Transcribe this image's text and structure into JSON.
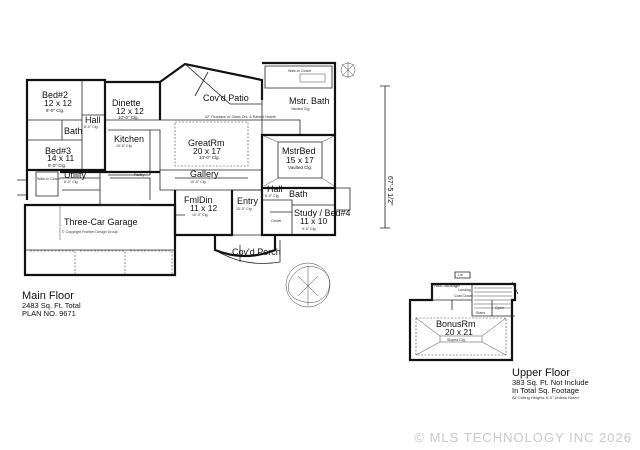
{
  "main_floor": {
    "title": "Main Floor",
    "sqft": "2483 Sq. Ft. Total",
    "plan_no": "PLAN NO. 9671",
    "overall_depth": "67'-5 1/2\"",
    "rooms": {
      "bed2": {
        "name": "Bed#2",
        "dim": "12 x 12",
        "ceiling": "8'-0\" Clg."
      },
      "hall_west": {
        "name": "Hall",
        "ceiling": "8'-0\" Clg."
      },
      "dinette": {
        "name": "Dinette",
        "dim": "12 x 12",
        "ceiling": "10'-0\" Clg."
      },
      "covd_patio_rear": {
        "name": "Cov'd Patio"
      },
      "fireplace_note": "42\" Fireplace w/ Glass Drs. & Raised Hearth",
      "walkin_closet": {
        "name": "Walk-In Closet"
      },
      "mstr_bath": {
        "name": "Mstr. Bath",
        "ceiling": "Vaulted Clg."
      },
      "bed3": {
        "name": "Bed#3",
        "dim": "14 x 11",
        "ceiling": "9'-0\" Clg."
      },
      "bath_west": {
        "name": "Bath"
      },
      "kitchen": {
        "name": "Kitchen",
        "ceiling": "10'-0\" Clg."
      },
      "greatrm": {
        "name": "GreatRm",
        "dim": "20 x 17",
        "ceiling": "10'-0\" Clg."
      },
      "mstrbed": {
        "name": "MstrBed",
        "dim": "15 x 17",
        "ceiling": "Vaulted Clg."
      },
      "utility": {
        "name": "Utility",
        "ceiling": "8'-0\" Clg."
      },
      "walkin_pantry": {
        "name": "Walk-In Closet"
      },
      "pantry": {
        "name": "Pantry"
      },
      "gallery": {
        "name": "Gallery",
        "ceiling": "10'-0\" Clg."
      },
      "hall_east": {
        "name": "Hall",
        "ceiling": "8'-0\" Clg."
      },
      "bath_east": {
        "name": "Bath"
      },
      "garage": {
        "name": "Three-Car Garage",
        "credit": "© Copyright Frontier Design Group"
      },
      "fmldin": {
        "name": "FmlDin",
        "dim": "11 x 12",
        "ceiling": "10'-0\" Clg."
      },
      "entry": {
        "name": "Entry",
        "ceiling": "10'-0\" Clg."
      },
      "study": {
        "name": "Study / Bed#4",
        "dim": "11 x 10",
        "ceiling": "9'-0\" Clg."
      },
      "covd_porch": {
        "name": "Cov'd Porch"
      },
      "closet": {
        "name": "Closet"
      }
    }
  },
  "upper_floor": {
    "title": "Upper Floor",
    "sqft_line1": "383 Sq. Ft. Not Include",
    "sqft_line2": "In Total Sq. Footage",
    "note": "All Ceiling Heights 8'-0\" Unless Noted",
    "rooms": {
      "bonusrm": {
        "name": "BonusRm",
        "dim": "20 x 21",
        "ceiling": "Sloped Clg."
      },
      "attic": {
        "name": "Attic Storage"
      },
      "landing": {
        "name": "Landing"
      },
      "stairs": {
        "name": "Stairs"
      },
      "open": {
        "name": "Open"
      },
      "linen": {
        "name": "Lin"
      },
      "coat": {
        "name": "Coat Closet"
      }
    }
  },
  "watermark": "© MLS TECHNOLOGY INC 2026"
}
